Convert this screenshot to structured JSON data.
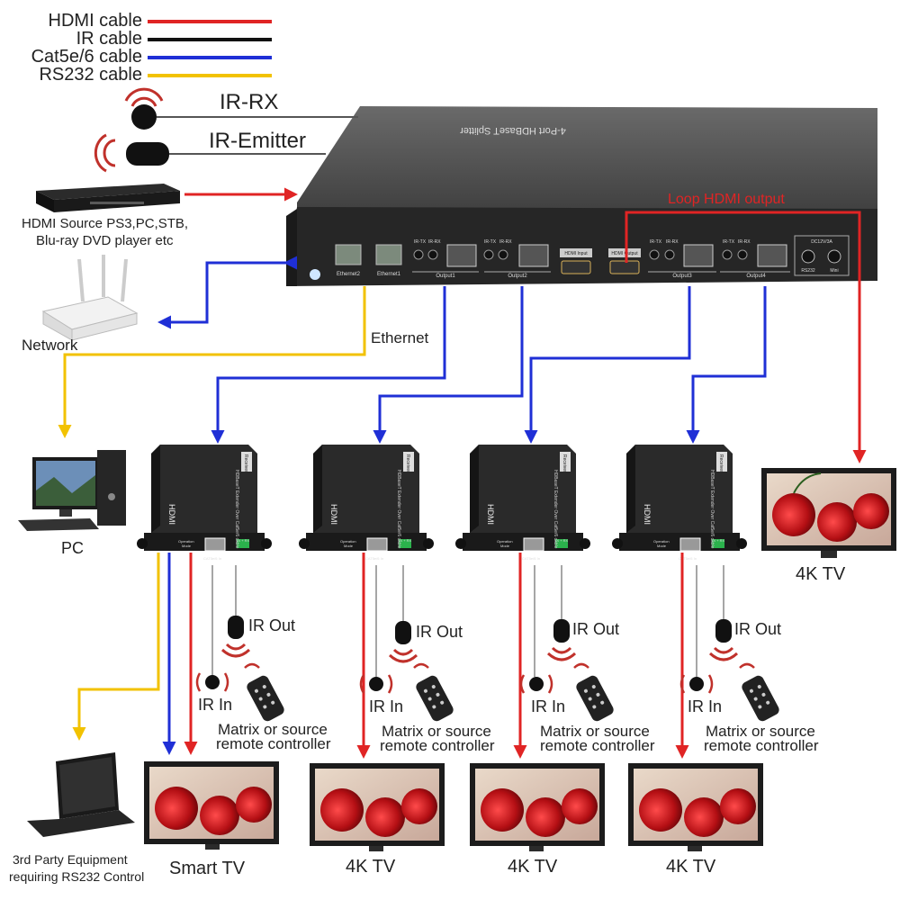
{
  "legend": [
    {
      "label": "HDMI cable",
      "color": "#e02424"
    },
    {
      "label": "IR cable",
      "color": "#111111"
    },
    {
      "label": "Cat5e/6 cable",
      "color": "#1f2fd6"
    },
    {
      "label": "RS232 cable",
      "color": "#f2c200"
    }
  ],
  "labels": {
    "ir_rx": "IR-RX",
    "ir_emitter": "IR-Emitter",
    "hdmi_source": "HDMI Source PS3,PC,STB,",
    "hdmi_source_2": "Blu-ray DVD player etc",
    "network": "Network",
    "ethernet": "Ethernet",
    "loop_hdmi": "Loop HDMI output",
    "pc": "PC",
    "third_party": "3rd Party Equipment",
    "third_party_2": "requiring RS232 Control"
  },
  "splitter": {
    "title": "4-Port HDBaseT Splitter",
    "ethernet2": "Ethernet2",
    "ethernet1": "Ethernet1",
    "ir_tx": "IR-TX",
    "ir_rx": "IR-RX",
    "output1": "Output1",
    "output2": "Output2",
    "output3": "Output3",
    "output4": "Output4",
    "hdmi_input": "HDMI Input",
    "hdmi_output": "HDMI Output",
    "power": "DC12V/3A",
    "rs232": "RS232",
    "mini": "Mini"
  },
  "receivers": [
    {
      "ir_out": "IR Out",
      "ir_in": "IR In",
      "remote": "Matrix or source",
      "remote_2": "remote controller",
      "tv": "Smart TV"
    },
    {
      "ir_out": "IR Out",
      "ir_in": "IR In",
      "remote": "Matrix or source",
      "remote_2": "remote controller",
      "tv": "4K TV"
    },
    {
      "ir_out": "IR Out",
      "ir_in": "IR In",
      "remote": "Matrix or source",
      "remote_2": "remote controller",
      "tv": "4K TV"
    },
    {
      "ir_out": "IR Out",
      "ir_in": "IR In",
      "remote": "Matrix or source",
      "remote_2": "remote controller",
      "tv": "4K TV"
    }
  ],
  "receiver_box": {
    "brand": "HDMI",
    "side_text": "HDBaseT Extender Over Cat5e/6 cable",
    "tag": "Receiver",
    "operation": "Operation",
    "mode": "Mode",
    "port": "CAT5e/6 In",
    "txrx": "TX + RX"
  },
  "loop_tv": "4K TV"
}
